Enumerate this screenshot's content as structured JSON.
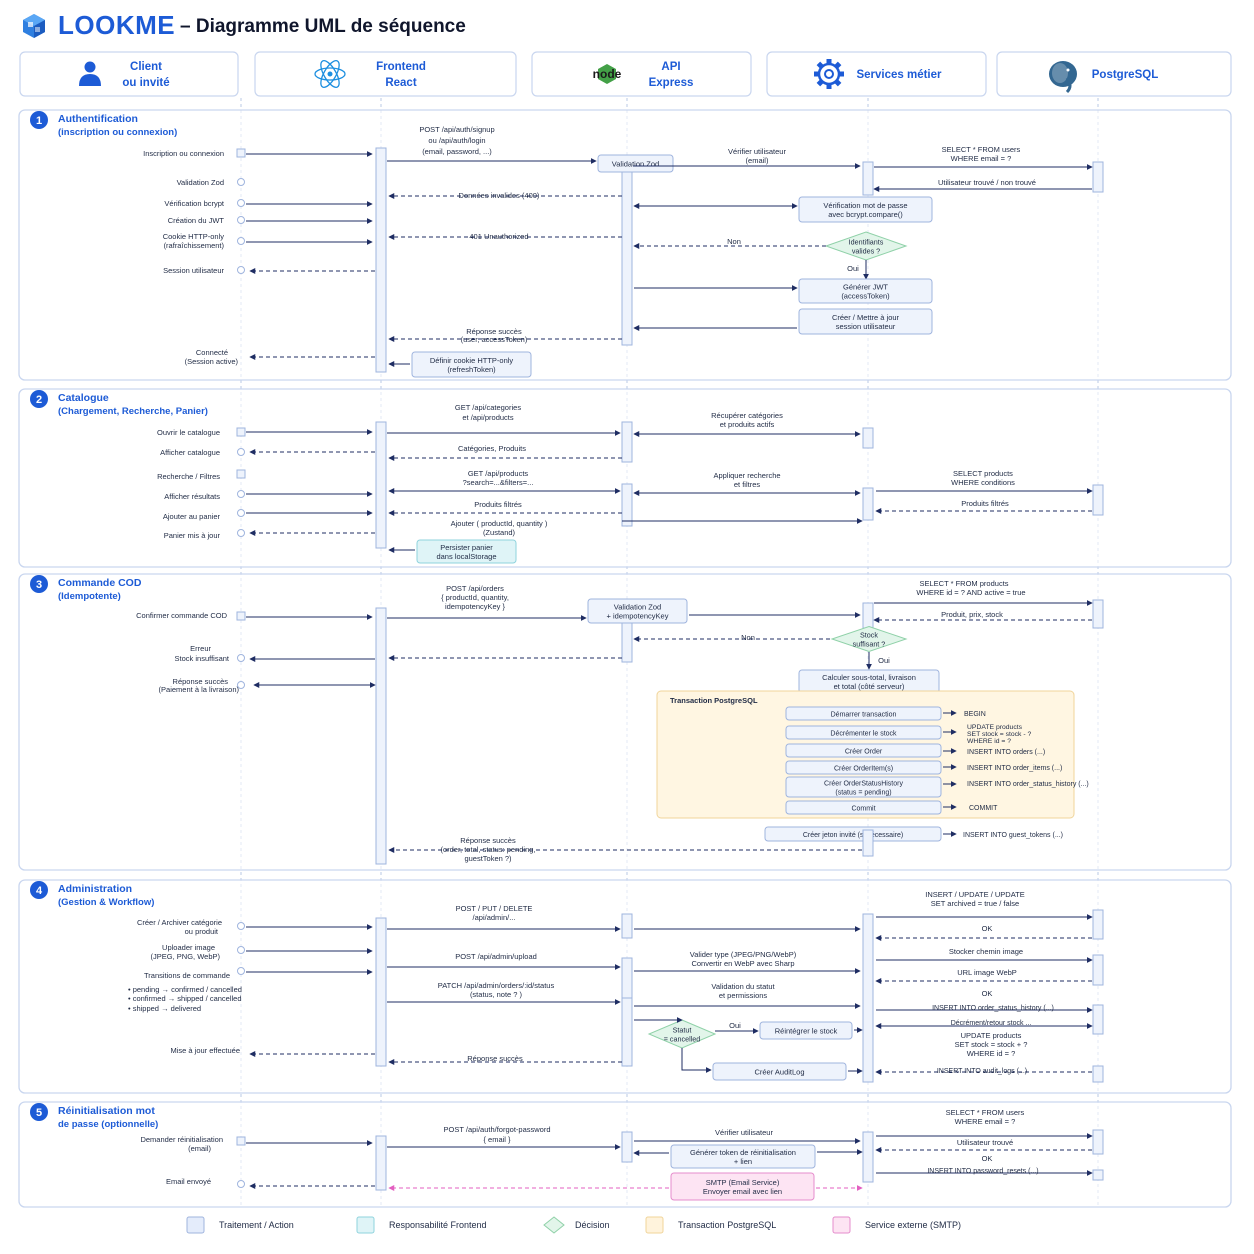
{
  "header": {
    "brand": "LOOKME",
    "title": "– Diagramme UML de séquence"
  },
  "lanes": [
    {
      "icon": "user-icon",
      "label": "Client",
      "sub": "ou invité"
    },
    {
      "icon": "react-icon",
      "label": "Frontend",
      "sub": "React"
    },
    {
      "icon": "node-icon",
      "logo": "node",
      "label": "API",
      "sub": "Express"
    },
    {
      "icon": "gear-icon",
      "label": "Services métier",
      "sub": ""
    },
    {
      "icon": "postgres-icon",
      "label": "PostgreSQL",
      "sub": ""
    }
  ],
  "sections": [
    {
      "num": "1",
      "title": "Authentification",
      "subtitle": "(inscription ou connexion)"
    },
    {
      "num": "2",
      "title": "Catalogue",
      "subtitle": "(Chargement, Recherche, Panier)"
    },
    {
      "num": "3",
      "title": "Commande COD",
      "subtitle": "(Idempotente)"
    },
    {
      "num": "4",
      "title": "Administration",
      "subtitle": "(Gestion & Workflow)"
    },
    {
      "num": "5",
      "title": "Réinitialisation mot",
      "subtitle": "de passe (optionnelle)"
    }
  ],
  "s1": {
    "client": [
      "Inscription ou connexion",
      "Validation Zod",
      "Vérification bcrypt",
      "Création du JWT",
      "Cookie HTTP-only",
      "(rafraîchissement)",
      "Session utilisateur",
      "Connecté",
      "(Session active)"
    ],
    "msgs": [
      "POST /api/auth/signup",
      "ou /api/auth/login",
      "(email, password, ...)",
      "Données invalides (400)",
      "401 Unauthorized",
      "Réponse succès",
      "(user, accessToken)",
      "Vérifier utilisateur",
      "(email)",
      "Non",
      "Oui",
      "SELECT * FROM users",
      "WHERE email = ?",
      "Utilisateur trouvé / non trouvé"
    ],
    "boxes": [
      "Validation Zod",
      "Vérification mot de passe",
      "avec bcrypt.compare()",
      "Identifiants",
      "valides ?",
      "Générer JWT",
      "(accessToken)",
      "Créer / Mettre à jour",
      "session utilisateur",
      "Définir cookie HTTP-only",
      "(refreshToken)"
    ]
  },
  "s2": {
    "client": [
      "Ouvrir le catalogue",
      "Afficher catalogue",
      "Recherche / Filtres",
      "Afficher résultats",
      "Ajouter au panier",
      "Panier mis à jour"
    ],
    "msgs": [
      "GET /api/categories",
      "et /api/products",
      "Catégories, Produits",
      "GET /api/products",
      "?search=...&filters=...",
      "Produits filtrés",
      "Ajouter ( productId, quantity )",
      "(Zustand)",
      "Récupérer catégories",
      "et produits actifs",
      "Appliquer recherche",
      "et filtres",
      "SELECT products",
      "WHERE conditions",
      "Produits filtrés"
    ],
    "boxes": [
      "Persister panier",
      "dans localStorage"
    ]
  },
  "s3": {
    "client": [
      "Confirmer commande COD",
      "Erreur",
      "Stock insuffisant",
      "Réponse succès",
      "(Paiement à la livraison)"
    ],
    "msgs": [
      "POST /api/orders",
      "{ productId, quantity,",
      "idempotencyKey }",
      "Non",
      "Oui",
      "SELECT * FROM products",
      "WHERE id = ? AND active = true",
      "Produit, prix, stock",
      "Réponse succès",
      "(order, total, status: pending,",
      "guestToken ?)"
    ],
    "boxes": [
      "Validation Zod",
      "+ idempotencyKey",
      "Stock",
      "suffisant ?",
      "Calculer sous-total, livraison",
      "et total (côté serveur)",
      "Transaction PostgreSQL",
      "Démarrer transaction",
      "Décrémenter le stock",
      "Créer Order",
      "Créer OrderItem(s)",
      "Créer OrderStatusHistory",
      "(status = pending)",
      "Commit",
      "Créer jeton invité (si nécessaire)"
    ],
    "sql": [
      "BEGIN",
      "UPDATE products",
      "SET stock = stock - ?",
      "WHERE id = ?",
      "INSERT INTO orders (...)",
      "INSERT INTO order_items (...)",
      "INSERT INTO order_status_history (...)",
      "COMMIT",
      "INSERT INTO guest_tokens (...)"
    ]
  },
  "s4": {
    "client": [
      "Créer / Archiver catégorie",
      "ou produit",
      "Uploader image",
      "(JPEG, PNG, WebP)",
      "Transitions de commande",
      "pending → confirmed / cancelled",
      "confirmed → shipped / cancelled",
      "shipped → delivered",
      "Mise à jour effectuée"
    ],
    "msgs": [
      "POST / PUT / DELETE",
      "/api/admin/...",
      "POST /api/admin/upload",
      "PATCH /api/admin/orders/:id/status",
      "(status, note ? )",
      "Réponse succès",
      "Valider type (JPEG/PNG/WebP)",
      "Convertir en WebP avec Sharp",
      "Validation du statut",
      "et permissions",
      "Oui"
    ],
    "sql": [
      "INSERT / UPDATE / UPDATE",
      "SET archived = true / false",
      "OK",
      "Stocker chemin image",
      "URL image WebP",
      "OK",
      "INSERT INTO order_status_history (...)",
      "Décrément/retour stock ...",
      "UPDATE products",
      "SET stock = stock + ?",
      "WHERE id = ?",
      "INSERT INTO audit_logs (...)"
    ],
    "boxes": [
      "Statut",
      "= cancelled",
      "Réintégrer le stock",
      "Créer AuditLog"
    ]
  },
  "s5": {
    "client": [
      "Demander réinitialisation",
      "(email)",
      "Email envoyé"
    ],
    "msgs": [
      "POST /api/auth/forgot-password",
      "{ email }",
      "Vérifier utilisateur"
    ],
    "sql": [
      "SELECT * FROM users",
      "WHERE email = ?",
      "Utilisateur trouvé",
      "OK",
      "INSERT INTO password_resets (...)"
    ],
    "boxes": [
      "Générer token de réinitialisation",
      "+ lien",
      "SMTP (Email Service)",
      "Envoyer email avec lien"
    ]
  },
  "legend": [
    {
      "label": "Traitement / Action",
      "fill": "#e4ecfb",
      "stroke": "#9fb4de",
      "shape": "rect"
    },
    {
      "label": "Responsabilité Frontend",
      "fill": "#dff4f7",
      "stroke": "#8fd3dd",
      "shape": "rect"
    },
    {
      "label": "Décision",
      "fill": "#e2f5ea",
      "stroke": "#8fd1a8",
      "shape": "diamond"
    },
    {
      "label": "Transaction PostgreSQL",
      "fill": "#fff3dc",
      "stroke": "#f0d49a",
      "shape": "rect"
    },
    {
      "label": "Service externe (SMTP)",
      "fill": "#fde4f3",
      "stroke": "#e58ccc",
      "shape": "rect"
    }
  ],
  "colors": {
    "accent": "#1d5bd6",
    "arrow": "#1f2d63",
    "panel_border": "#c9d6ef",
    "lifeline": "#b9c8e6",
    "smtp": "#e35fc0"
  }
}
